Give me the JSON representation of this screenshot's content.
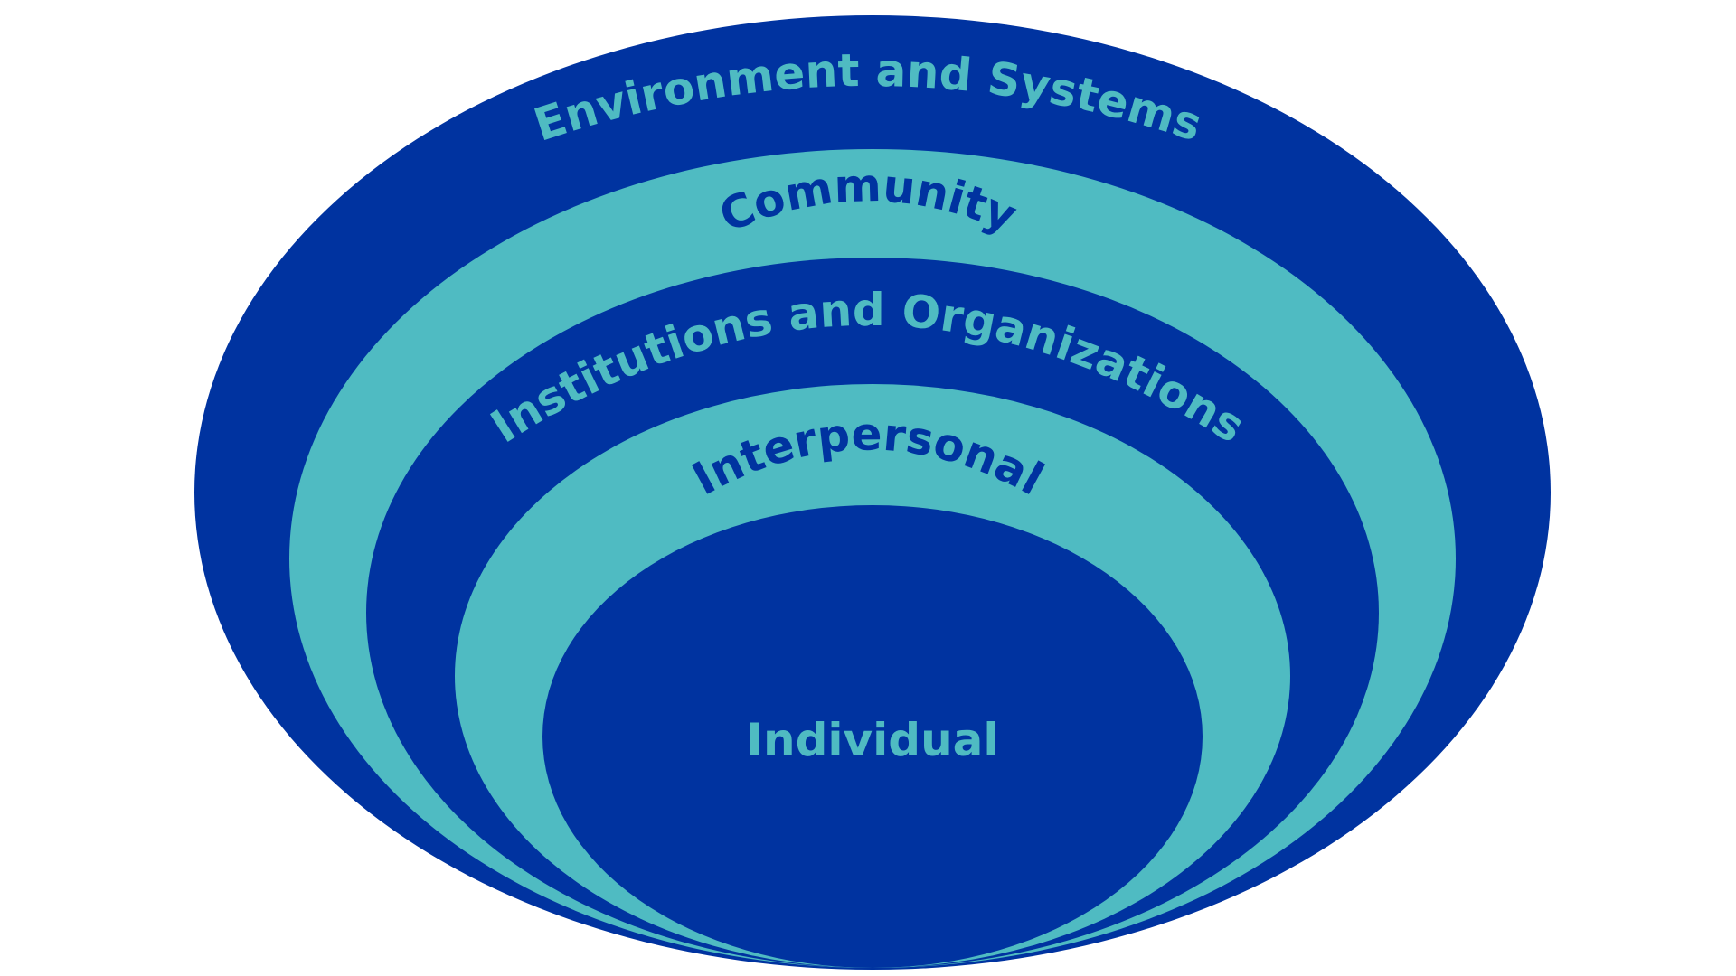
{
  "diagram": {
    "layers": [
      {
        "id": "environment",
        "label": "Environment and Systems",
        "fill": "#0033A0",
        "text_color": "#4FBBC2"
      },
      {
        "id": "community",
        "label": "Community",
        "fill": "#4FBBC2",
        "text_color": "#0033A0"
      },
      {
        "id": "institutions",
        "label": "Institutions and Organizations",
        "fill": "#0033A0",
        "text_color": "#4FBBC2"
      },
      {
        "id": "interpersonal",
        "label": "Interpersonal",
        "fill": "#4FBBC2",
        "text_color": "#0033A0"
      },
      {
        "id": "individual",
        "label": "Individual",
        "fill": "#0033A0",
        "text_color": "#4FBBC2"
      }
    ]
  },
  "colors": {
    "dark_blue": "#0033A0",
    "teal": "#4FBBC2",
    "background": "#FFFFFF"
  }
}
